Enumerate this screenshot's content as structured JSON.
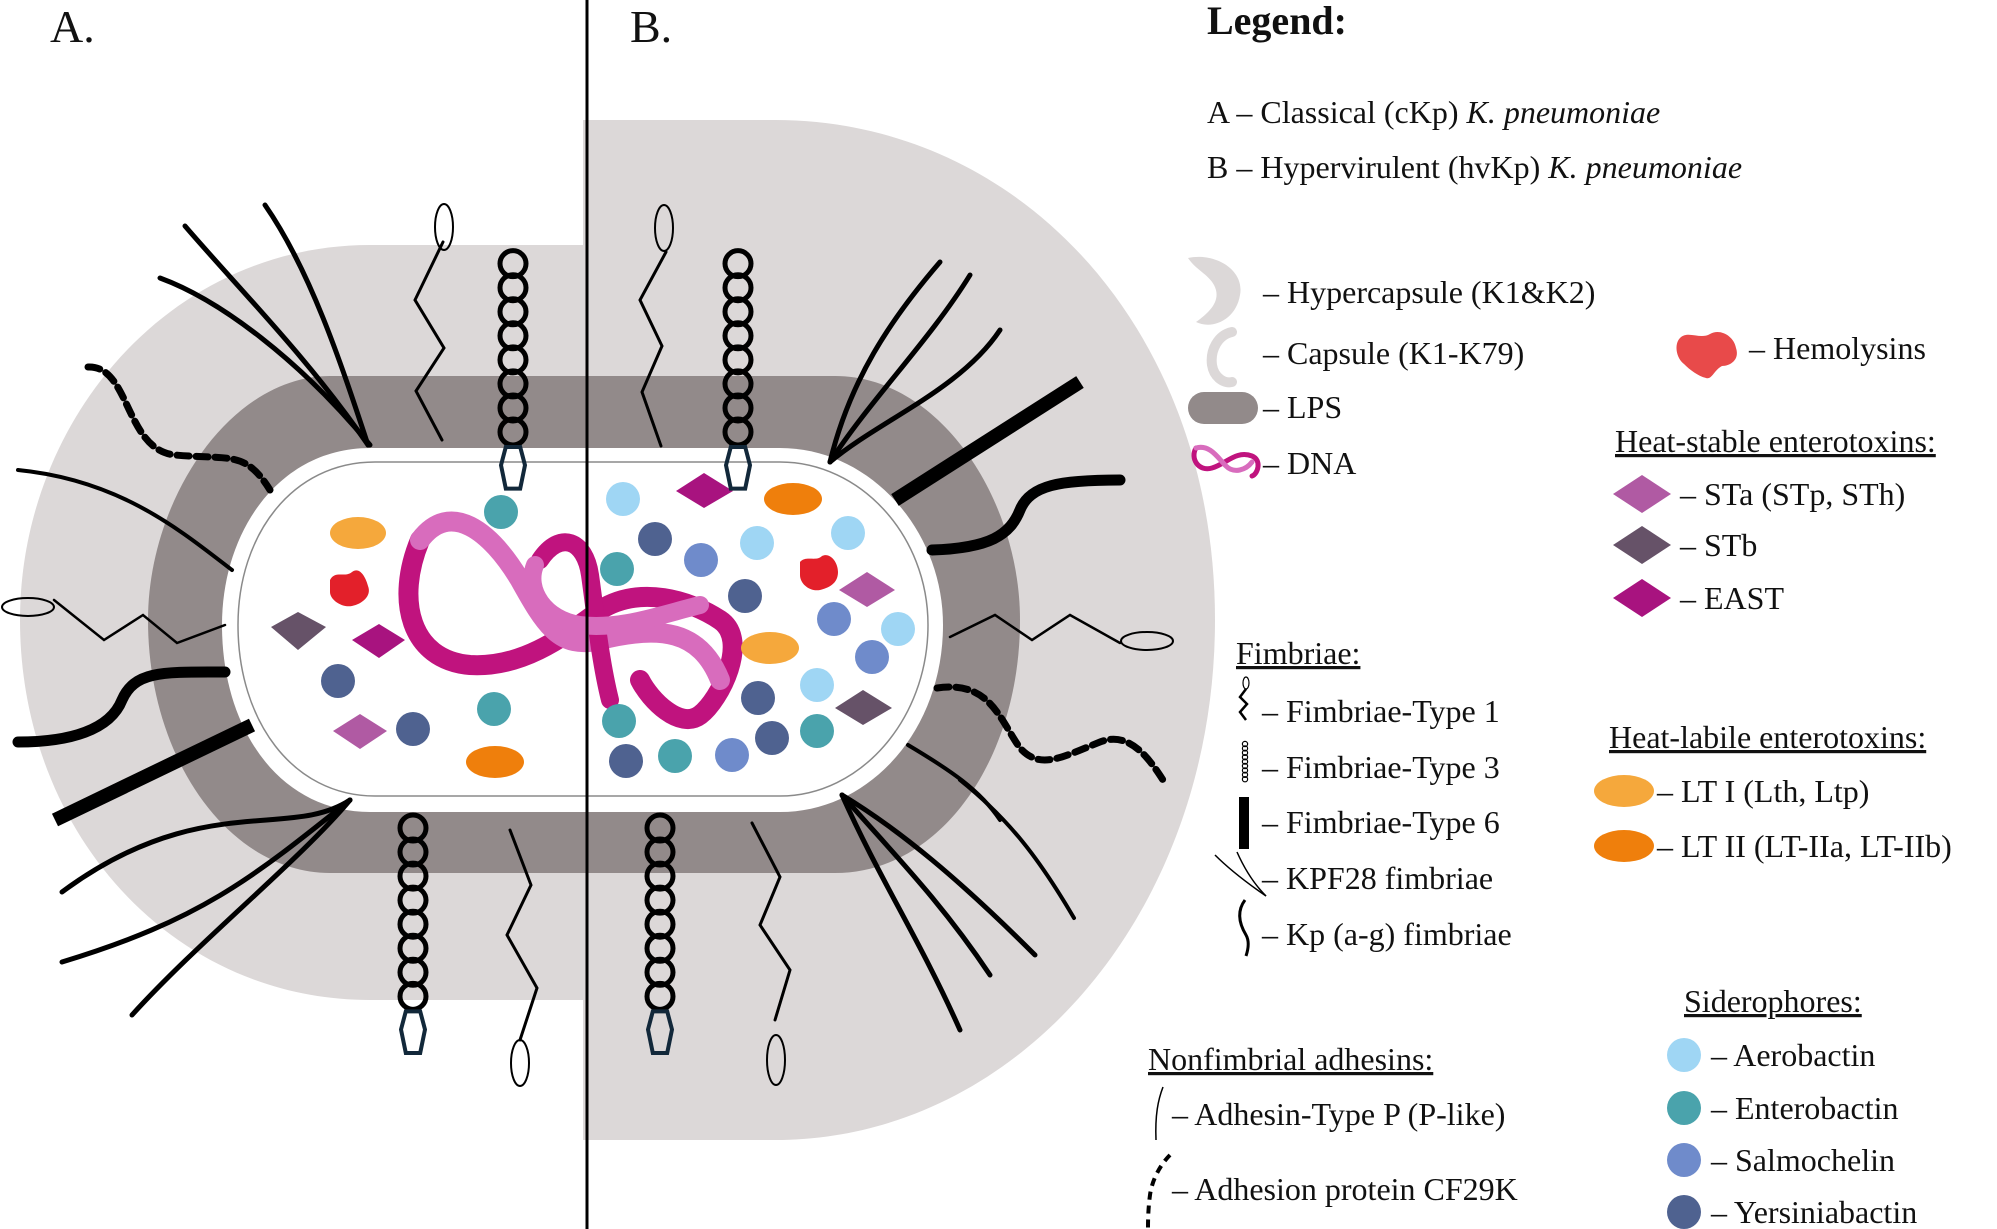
{
  "panels": {
    "a_label": "A.",
    "b_label": "B."
  },
  "legend": {
    "title": "Legend:",
    "strains": [
      {
        "prefix": "A – Classical (cKp) ",
        "species": "K. pneumoniae"
      },
      {
        "prefix": "B – Hypervirulent (hvKp) ",
        "species": "K. pneumoniae"
      }
    ],
    "structures": [
      {
        "icon": "hypercapsule-icon",
        "label": "– Hypercapsule (K1&K2)"
      },
      {
        "icon": "capsule-icon",
        "label": "– Capsule (K1-K79)"
      },
      {
        "icon": "lps-icon",
        "label": "– LPS"
      },
      {
        "icon": "dna-icon",
        "label": "– DNA"
      }
    ],
    "hemolysins": {
      "icon": "hemolysin-icon",
      "label": "– Hemolysins"
    },
    "heat_stable": {
      "heading": "Heat-stable enterotoxins:",
      "items": [
        {
          "icon": "sta-diamond-icon",
          "label": "– STa (STp, STh)",
          "color": "#b05aa3"
        },
        {
          "icon": "stb-diamond-icon",
          "label": "– STb",
          "color": "#665268"
        },
        {
          "icon": "east-diamond-icon",
          "label": "– EAST",
          "color": "#a8137f"
        }
      ]
    },
    "fimbriae": {
      "heading": "Fimbriae:",
      "items": [
        {
          "icon": "fimbriae-type1-icon",
          "label": "– Fimbriae-Type 1"
        },
        {
          "icon": "fimbriae-type3-icon",
          "label": "– Fimbriae-Type 3"
        },
        {
          "icon": "fimbriae-type6-icon",
          "label": "– Fimbriae-Type 6"
        },
        {
          "icon": "kpf28-fimbriae-icon",
          "label": "– KPF28 fimbriae"
        },
        {
          "icon": "kp-ag-fimbriae-icon",
          "label": "– Kp (a-g) fimbriae"
        }
      ]
    },
    "heat_labile": {
      "heading": "Heat-labile enterotoxins:",
      "items": [
        {
          "icon": "lt1-oval-icon",
          "label": "– LT I (Lth, Ltp)",
          "color": "#f5a83c"
        },
        {
          "icon": "lt2-oval-icon",
          "label": "– LT II (LT-IIa, LT-IIb)",
          "color": "#ef7f0c"
        }
      ]
    },
    "nonfimbrial": {
      "heading": "Nonfimbrial adhesins:",
      "items": [
        {
          "icon": "adhesin-type-p-icon",
          "label": "– Adhesin-Type P  (P-like)"
        },
        {
          "icon": "cf29k-icon",
          "label": "– Adhesion protein CF29K"
        }
      ]
    },
    "siderophores": {
      "heading": "Siderophores:",
      "items": [
        {
          "icon": "aerobactin-icon",
          "label": "– Aerobactin",
          "color": "#9fd6f4"
        },
        {
          "icon": "enterobactin-icon",
          "label": "– Enterobactin",
          "color": "#4aa3ac"
        },
        {
          "icon": "salmochelin-icon",
          "label": "– Salmochelin",
          "color": "#6f8bcb"
        },
        {
          "icon": "yersiniabactin-icon",
          "label": "– Yersiniabactin",
          "color": "#4f6290"
        }
      ]
    }
  },
  "colors": {
    "hypercapsule": "#dcd8d8",
    "capsule": "#dcd8d8",
    "lps": "#928a8a",
    "cytoplasm": "#ffffff",
    "dna_dark": "#c0137e",
    "dna_light": "#d86cbd",
    "hemolysin": "#e3202a",
    "fimbriae_tip": "#12283a"
  }
}
